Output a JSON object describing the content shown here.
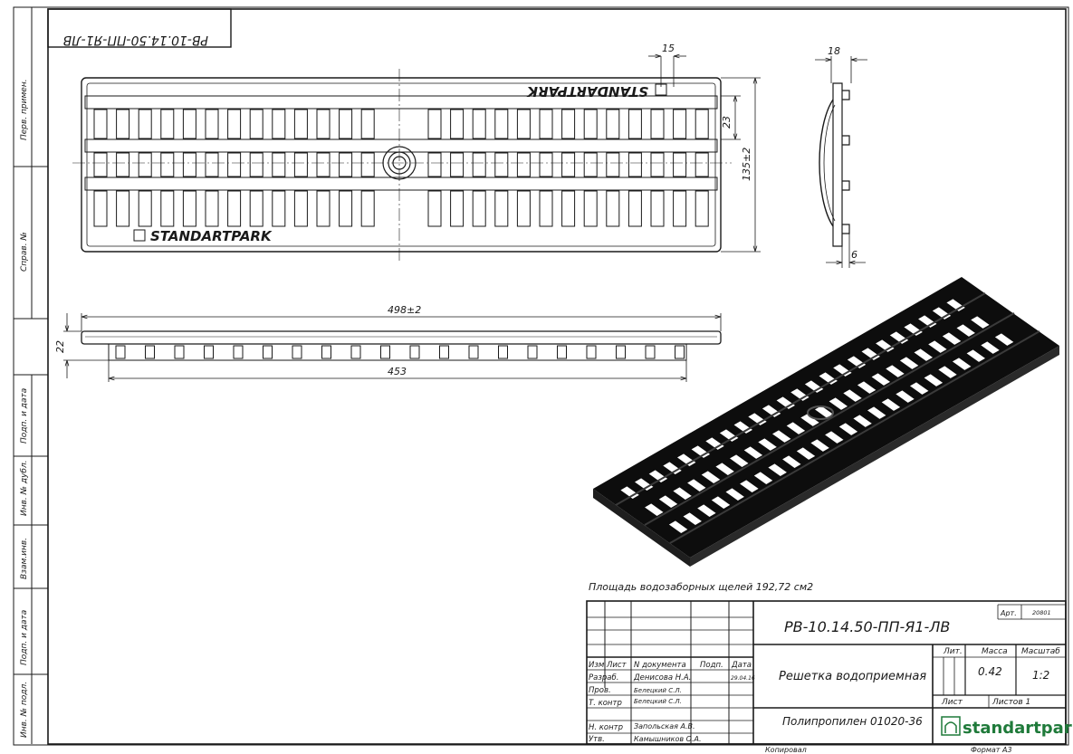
{
  "top_stamp": "РВ-10.14.50-ПП-Я1-ЛВ",
  "side_labels": [
    "Перв. примен.",
    "Справ. №",
    "Подп. и дата",
    "Инв. № дубл.",
    "Взам.инв.",
    "Подп. и дата",
    "Инв. № подл."
  ],
  "dimensions": {
    "rib_width": "15",
    "rib_spacing": "23",
    "grate_width": "135±2",
    "profile_top": "18",
    "profile_bottom": "6",
    "overall_length": "498±2",
    "height": "22",
    "inner_length": "453"
  },
  "grate_brand_text": "STANDARTPARK",
  "slot_area_note": "Площадь водозаборных щелей 192,72 см2",
  "title_block": {
    "designation": "РВ-10.14.50-ПП-Я1-ЛВ",
    "art_label": "Арт.",
    "art_value": "20801",
    "name": "Решетка водоприемная",
    "material": "Полипропилен 01020-36",
    "lit_label": "Лит.",
    "mass_label": "Масса",
    "scale_label": "Масштаб",
    "mass_value": "0.42",
    "scale_value": "1:2",
    "sheet_label": "Лист",
    "sheets_label": "Листов 1",
    "brand": "standartpark",
    "header_cols": [
      "Изм",
      "Лист",
      "N документа",
      "Подп.",
      "Дата"
    ],
    "rows": [
      {
        "role": "Разраб.",
        "name": "Денисова Н.А.",
        "date": "29.04.16"
      },
      {
        "role": "Пров.",
        "name": "Белецкий С.Л.",
        "date": ""
      },
      {
        "role": "Т. контр",
        "name": "Белецкий С.Л.",
        "date": ""
      },
      {
        "role": "",
        "name": "",
        "date": ""
      },
      {
        "role": "Н. контр",
        "name": "Запольская А.В.",
        "date": ""
      },
      {
        "role": "Утв.",
        "name": "Камышников О.А.",
        "date": ""
      }
    ]
  },
  "footer": {
    "copied": "Копировал",
    "format": "Формат А3"
  },
  "colors": {
    "line": "#1a1a1a",
    "render": "#0d0d0d"
  }
}
